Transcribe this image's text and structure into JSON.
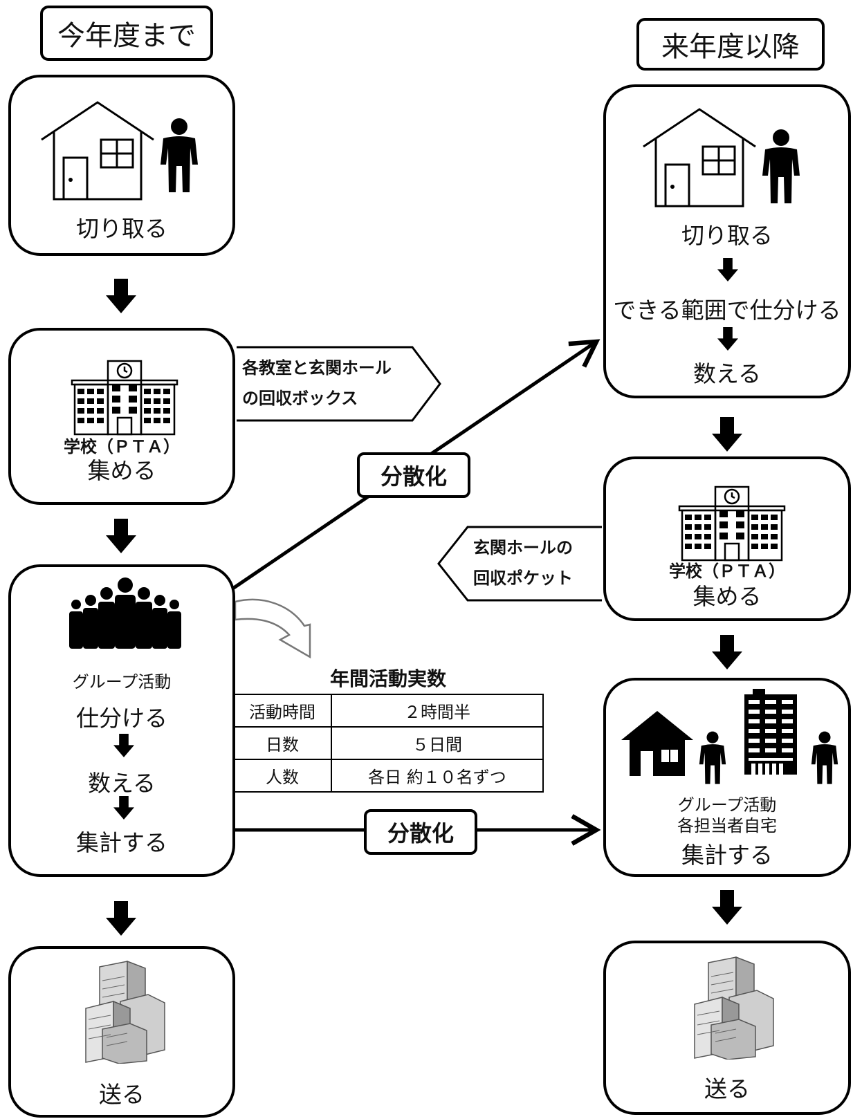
{
  "left": {
    "title": "今年度まで",
    "steps": [
      {
        "label": "切り取る"
      },
      {
        "sub": "学校（ＰＴＡ）",
        "label": "集める"
      },
      {
        "sub": "グループ活動",
        "labels": [
          "仕分ける",
          "数える",
          "集計する"
        ]
      },
      {
        "label": "送る"
      }
    ]
  },
  "right": {
    "title": "来年度以降",
    "steps": [
      {
        "labels": [
          "切り取る",
          "できる範囲で仕分ける",
          "数える"
        ]
      },
      {
        "sub": "学校（ＰＴＡ）",
        "label": "集める"
      },
      {
        "subs": [
          "グループ活動",
          "各担当者自宅"
        ],
        "label": "集計する"
      },
      {
        "label": "送る"
      }
    ]
  },
  "callouts": {
    "left_school": [
      "各教室と玄関ホール",
      "の回収ボックス"
    ],
    "right_school": [
      "玄関ホールの",
      "回収ポケット"
    ]
  },
  "badges": [
    "分散化",
    "分散化"
  ],
  "stats_table": {
    "title": "年間活動実数",
    "rows": [
      {
        "key": "活動時間",
        "value": "２時間半"
      },
      {
        "key": "日数",
        "value": "５日間"
      },
      {
        "key": "人数",
        "value": "各日 約１０名ずつ"
      }
    ]
  },
  "icons": [
    "house-icon",
    "person-icon",
    "school-icon",
    "crowd-icon",
    "office-buildings-icon",
    "apartment-icon",
    "curved-arrow-icon",
    "down-arrow-icon"
  ]
}
